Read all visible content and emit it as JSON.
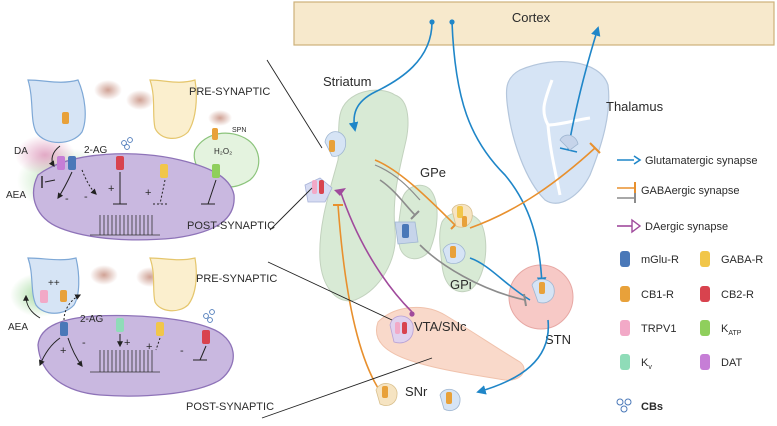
{
  "regions": {
    "cortex": "Cortex",
    "striatum": "Striatum",
    "thalamus": "Thalamus",
    "gpe": "GPe",
    "gpi": "GPi",
    "stn": "STN",
    "vta_snc": "VTA/SNc",
    "snr": "SNr"
  },
  "synapse_panels": {
    "pre_top": "PRE-SYNAPTIC",
    "post_top": "POST-SYNAPTIC",
    "pre_bottom": "PRE-SYNAPTIC",
    "post_bottom": "POST-SYNAPTIC"
  },
  "molecules": {
    "da": "DA",
    "aea_top": "AEA",
    "aea_bottom": "AEA",
    "two_ag_top": "2-AG",
    "two_ag_bottom": "2-AG",
    "spn": "SPN",
    "h2o2": "H₂O₂"
  },
  "legend": {
    "glutamatergic": "Glutamatergic synapse",
    "gabaergic": "GABAergic synapse",
    "daergic": "DAergic synapse",
    "mglu_r": "mGlu-R",
    "gaba_r": "GABA-R",
    "cb1_r": "CB1-R",
    "cb2_r": "CB2-R",
    "trpv1": "TRPV1",
    "k_atp": "K",
    "k_atp_sub": "ATP",
    "k_v": "K",
    "k_v_sub": "v",
    "dat": "DAT",
    "cbs": "CBs"
  },
  "colors": {
    "glutamatergic": "#1f86c8",
    "gabaergic": "#e8902e",
    "gabaergic_alt": "#8c8c8c",
    "daergic": "#a04a9c",
    "cortex_fill": "#f7e9cc",
    "striatum_fill": "#d8ead5",
    "thalamus_fill": "#d6e4f5",
    "stn_fill": "#f7c9c6",
    "vta_fill": "#f9d8c8",
    "post_cell": "#c9b8e0",
    "mglu_r": "#4a78b8",
    "gaba_r": "#f1c64a",
    "cb1_r": "#e8a13a",
    "cb2_r": "#d8434e",
    "trpv1": "#f2a9c7",
    "k_atp": "#8fcf5c",
    "k_v": "#8fdcb8",
    "dat": "#c67ed6"
  }
}
